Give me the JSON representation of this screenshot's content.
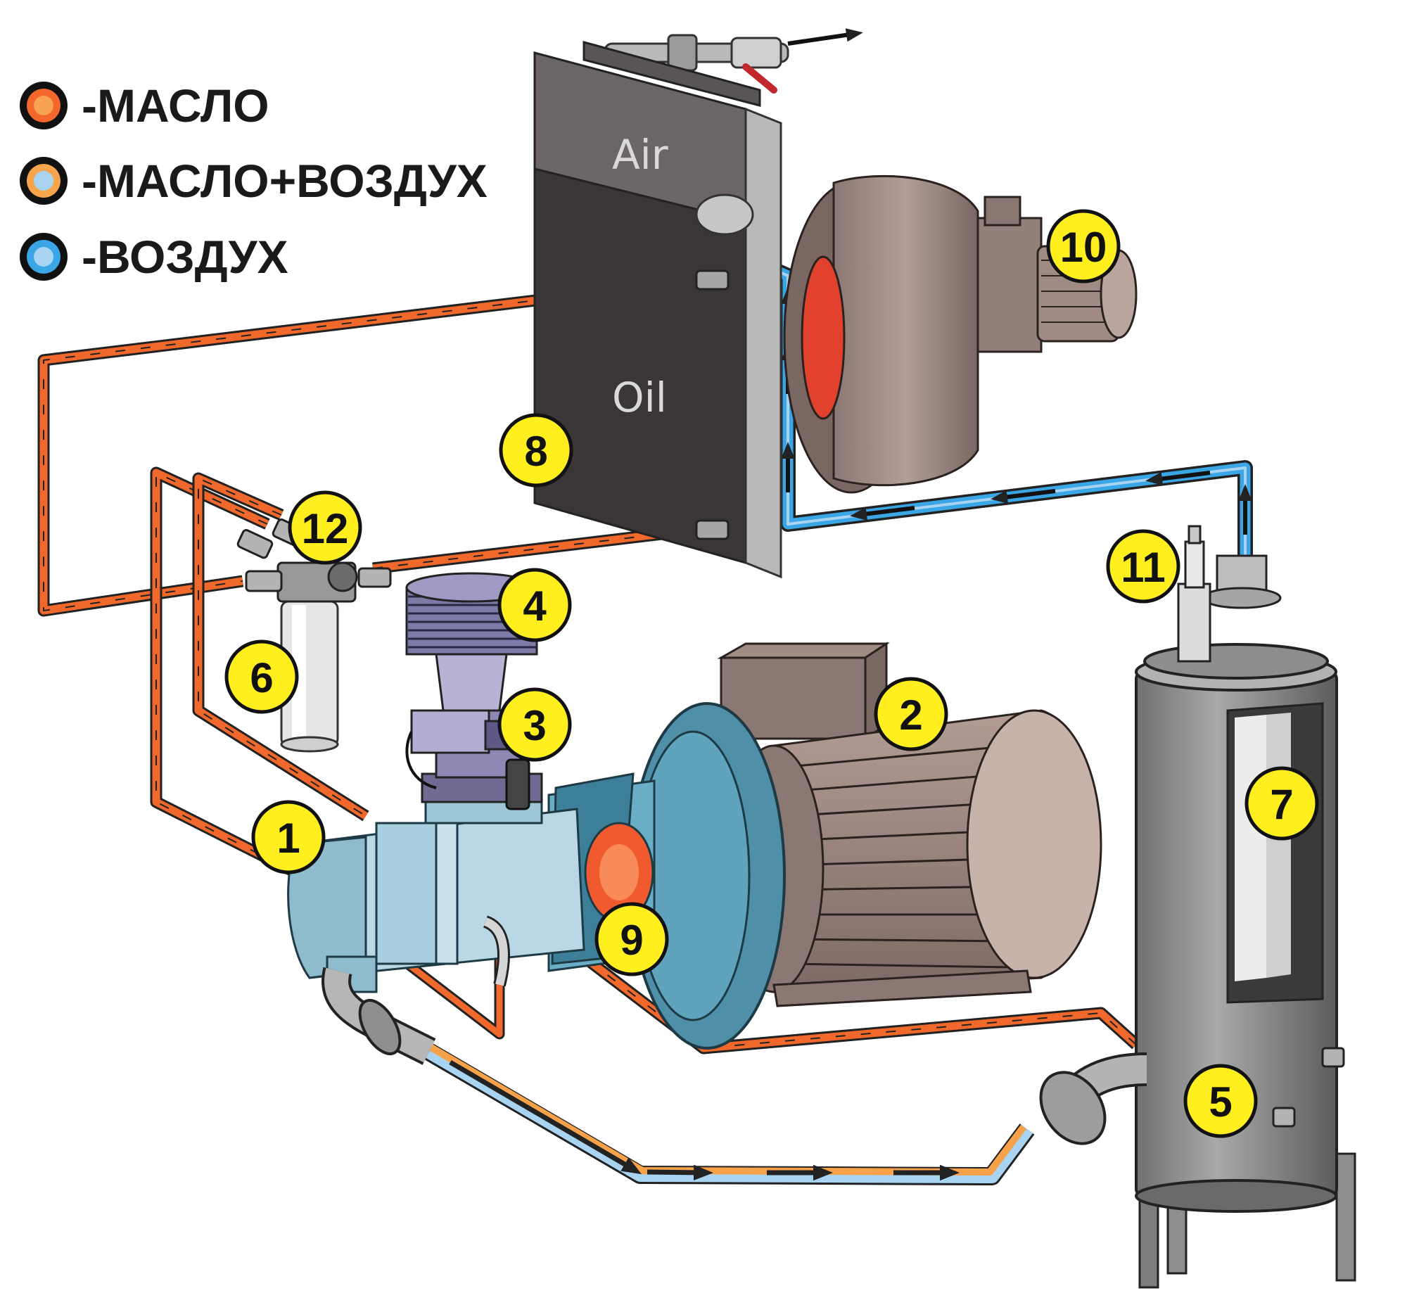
{
  "legend": {
    "oil": "-МАСЛО",
    "oil_air": "-МАСЛО+ВОЗДУХ",
    "air": "-ВОЗДУХ"
  },
  "cooler": {
    "air_label": "Air",
    "oil_label": "Oil"
  },
  "markers": {
    "m1": "1",
    "m2": "2",
    "m3": "3",
    "m4": "4",
    "m5": "5",
    "m6": "6",
    "m7": "7",
    "m8": "8",
    "m9": "9",
    "m10": "10",
    "m11": "11",
    "m12": "12"
  },
  "colors": {
    "oil": "#f06a2a",
    "oil_air": "#f7a24a",
    "air": "#3aa6e6",
    "air_light": "#a8d4f2",
    "marker_fill": "#ffef1f"
  }
}
